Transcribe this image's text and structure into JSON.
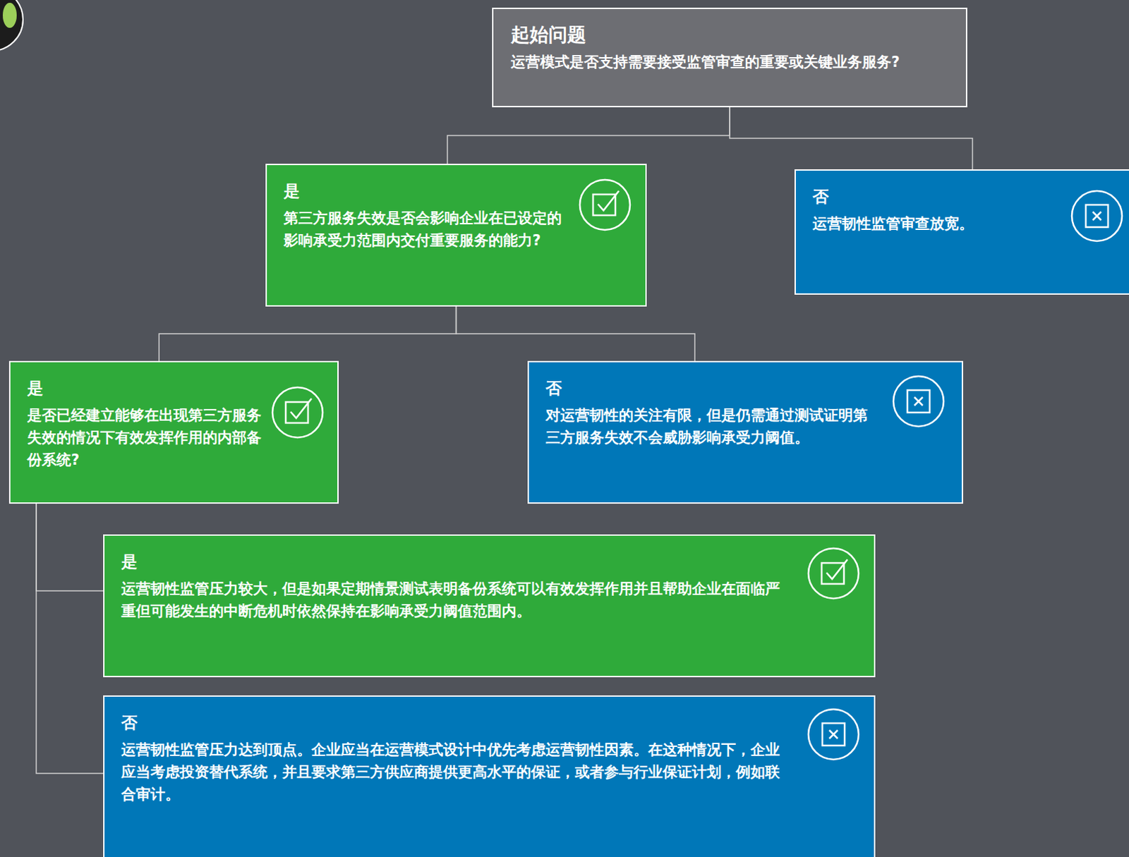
{
  "diagram": {
    "nodes": [
      {
        "text": [
          "起始问题",
          "运营模式是否支持需要接受监管审查的重要或关键业务服务?"
        ]
      },
      {
        "text": [
          "是",
          "第三方服务失效是否会影响企业在已设定的影响承受力范围内交付重要服务的能力?"
        ]
      },
      {
        "text": [
          "否",
          "运营韧性监管审查放宽。"
        ]
      },
      {
        "text": [
          "是",
          "是否已经建立能够在出现第三方服务失效的情况下有效发挥作用的内部备份系统?"
        ]
      },
      {
        "text": [
          "否",
          "对运营韧性的关注有限，但是仍需通过测试证明第三方服务失效不会威胁影响承受力阈值。"
        ]
      },
      {
        "text": [
          "是",
          "运营韧性监管压力较大，但是如果定期情景测试表明备份系统可以有效发挥作用并且帮助企业在面临严重但可能发生的中断危机时依然保持在影响承受力阈值范围内。"
        ]
      },
      {
        "text": [
          "否",
          "运营韧性监管压力达到顶点。企业应当在运营模式设计中优先考虑运营韧性因素。在这种情况下，企业应当考虑投资替代系统，并且要求第三方供应商提供更高水平的保证，或者参与行业保证计划，例如联合审计。"
        ]
      }
    ],
    "edges": [
      {
        "from": 0,
        "to": 1,
        "arrow": "none"
      },
      {
        "from": 0,
        "to": 2,
        "arrow": "none"
      },
      {
        "from": 1,
        "to": 3,
        "arrow": "none"
      },
      {
        "from": 1,
        "to": 4,
        "arrow": "none"
      },
      {
        "from": 3,
        "to": 5,
        "arrow": "none"
      },
      {
        "from": 3,
        "to": 6,
        "arrow": "none"
      }
    ]
  }
}
